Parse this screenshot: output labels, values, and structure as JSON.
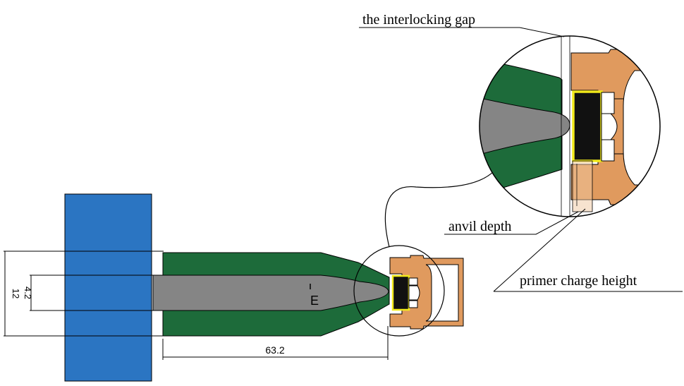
{
  "labels": {
    "interlocking_gap": "the interlocking gap",
    "anvil_depth": "anvil depth",
    "primer_charge_height": "primer charge height",
    "field_symbol": "E",
    "dim_length": "63.2",
    "dim_outer": "12",
    "dim_inner": "4.2"
  },
  "colors": {
    "blue_block": "#2b75c2",
    "green_sleeve": "#1d6b3a",
    "gray_rod": "#858585",
    "copper_cup": "#e09a5e",
    "primer_black": "#111111",
    "primer_outline": "#f2ea1a",
    "line": "#000000"
  }
}
